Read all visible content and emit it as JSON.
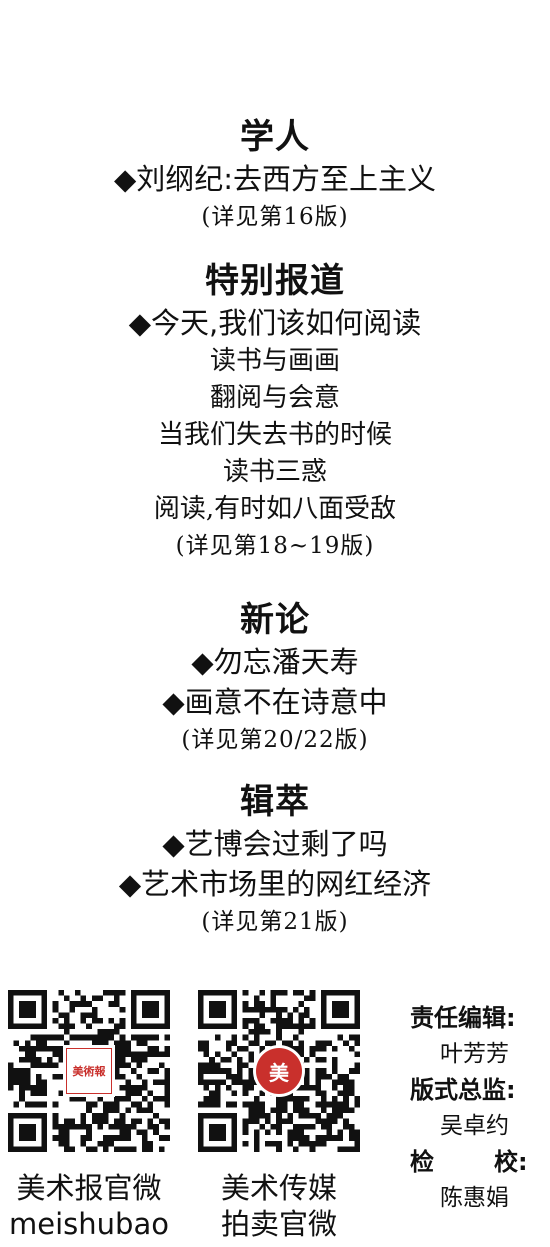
{
  "sections": [
    {
      "title": "学人",
      "headlines": [
        "◆刘纲纪:去西方至上主义"
      ],
      "subitems": [],
      "ref": "(详见第16版)"
    },
    {
      "title": "特别报道",
      "headlines": [
        "◆今天,我们该如何阅读"
      ],
      "subitems": [
        "读书与画画",
        "翻阅与会意",
        "当我们失去书的时候",
        "读书三惑",
        "阅读,有时如八面受敌"
      ],
      "ref": "(详见第18~19版)"
    },
    {
      "title": "新论",
      "headlines": [
        "◆勿忘潘天寿",
        "◆画意不在诗意中"
      ],
      "subitems": [],
      "ref": "(详见第20/22版)"
    },
    {
      "title": "辑萃",
      "headlines": [
        "◆艺博会过剩了吗",
        "◆艺术市场里的网红经济"
      ],
      "subitems": [],
      "ref": "(详见第21版)"
    }
  ],
  "qr_codes": [
    {
      "caption_line1": "美术报官微",
      "caption_line2": "meishubao",
      "badge_text": "美術報"
    },
    {
      "caption_line1": "美术传媒",
      "caption_line2": "拍卖官微",
      "badge_text": "美"
    }
  ],
  "credits": {
    "editor_role": "责任编辑:",
    "editor_name": "叶芳芳",
    "layout_role": "版式总监:",
    "layout_name": "吴卓约",
    "proof_role_a": "检",
    "proof_role_b": "校:",
    "proof_name": "陈惠娟"
  },
  "colors": {
    "text": "#111111",
    "badge_red": "#c9302c",
    "background": "#ffffff"
  }
}
